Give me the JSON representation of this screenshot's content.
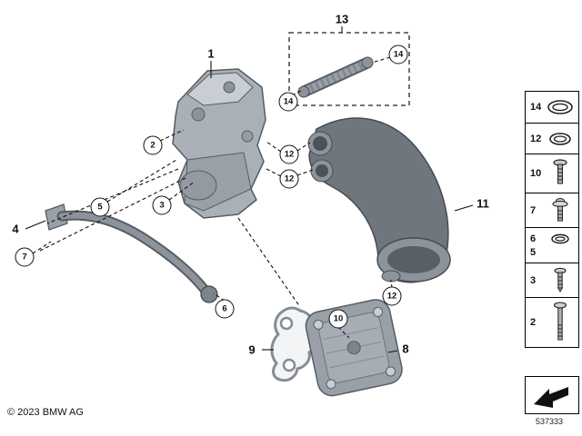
{
  "page": {
    "copyright": "© 2023 BMW AG",
    "drawing_number": "537333"
  },
  "colors": {
    "line": "#111111",
    "part_gray": "#9aa0a7",
    "part_dark_gray": "#70767d",
    "part_light_gray": "#c9ced4",
    "background": "#ffffff"
  },
  "diagram": {
    "circled": [
      "2",
      "3",
      "5",
      "7",
      "6",
      "10",
      "12",
      "12",
      "12",
      "14",
      "14"
    ],
    "plain": [
      "1",
      "4",
      "8",
      "9",
      "11",
      "13"
    ]
  },
  "legend": {
    "rows": [
      {
        "number": "14",
        "icon": "o-ring-large"
      },
      {
        "number": "12",
        "icon": "o-ring"
      },
      {
        "number": "10",
        "icon": "flange-screw"
      },
      {
        "number": "7",
        "icon": "washer-bolt"
      },
      {
        "number": "6",
        "number2": "5",
        "icon": "o-ring-small"
      },
      {
        "number": "3",
        "icon": "screw"
      },
      {
        "number": "2",
        "icon": "long-bolt"
      }
    ],
    "direction_icon": "direction-arrow"
  }
}
